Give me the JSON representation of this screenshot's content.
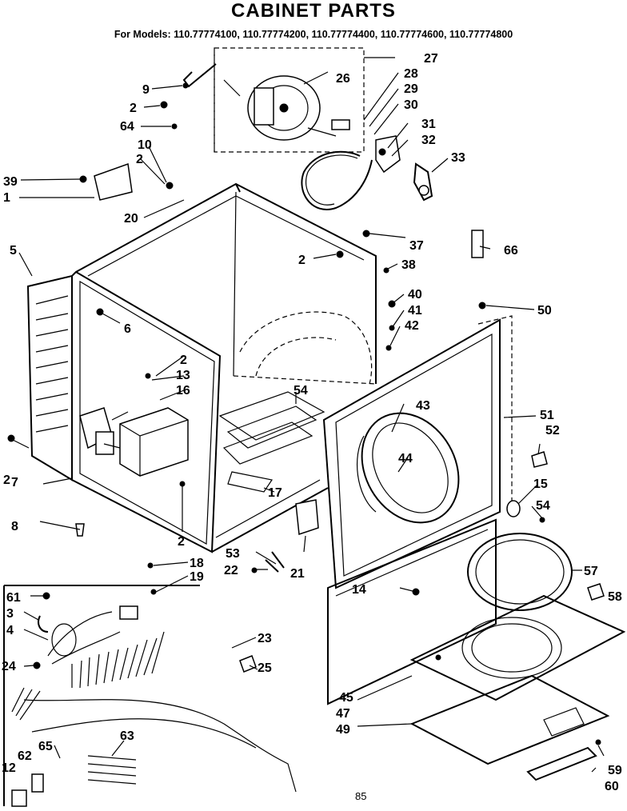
{
  "title": "CABINET PARTS",
  "models": "For Models: 110.77774100, 110.77774200, 110.77774400, 110.77774600, 110.77774800",
  "page_number": "85",
  "callouts": [
    "1",
    "2",
    "3",
    "4",
    "5",
    "6",
    "7",
    "8",
    "9",
    "10",
    "12",
    "13",
    "14",
    "15",
    "16",
    "17",
    "18",
    "19",
    "20",
    "21",
    "22",
    "23",
    "24",
    "25",
    "26",
    "27",
    "28",
    "29",
    "30",
    "31",
    "32",
    "33",
    "37",
    "38",
    "39",
    "40",
    "41",
    "42",
    "43",
    "44",
    "45",
    "47",
    "49",
    "50",
    "51",
    "52",
    "53",
    "54",
    "57",
    "58",
    "59",
    "60",
    "61",
    "62",
    "63",
    "64",
    "65",
    "66"
  ]
}
